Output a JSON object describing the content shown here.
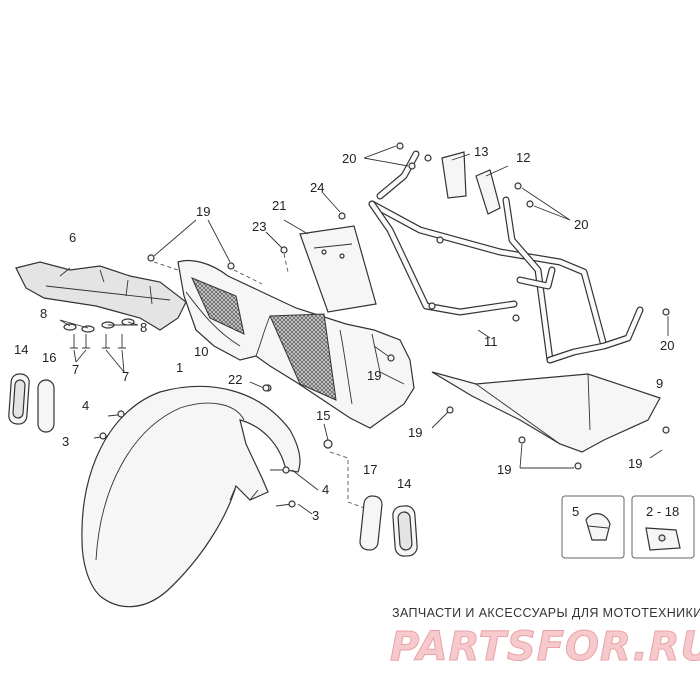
{
  "labels": {
    "l1": "1",
    "l2_18": "2 - 18",
    "l3a": "3",
    "l3b": "3",
    "l4a": "4",
    "l4b": "4",
    "l5": "5",
    "l6": "6",
    "l7a": "7",
    "l7b": "7",
    "l8a": "8",
    "l8b": "8",
    "l9": "9",
    "l10": "10",
    "l11": "11",
    "l12": "12",
    "l13": "13",
    "l14a": "14",
    "l14b": "14",
    "l15": "15",
    "l16": "16",
    "l17": "17",
    "l19a": "19",
    "l19b": "19",
    "l19c": "19",
    "l19d": "19",
    "l19e": "19",
    "l20a": "20",
    "l20b": "20",
    "l20c": "20",
    "l21": "21",
    "l22": "22",
    "l23": "23",
    "l24": "24"
  },
  "watermark": {
    "tagline": "ЗАПЧАСТИ И АКСЕССУАРЫ ДЛЯ МОТОТЕХНИКИ",
    "brand": "PARTSFOR.RU"
  }
}
